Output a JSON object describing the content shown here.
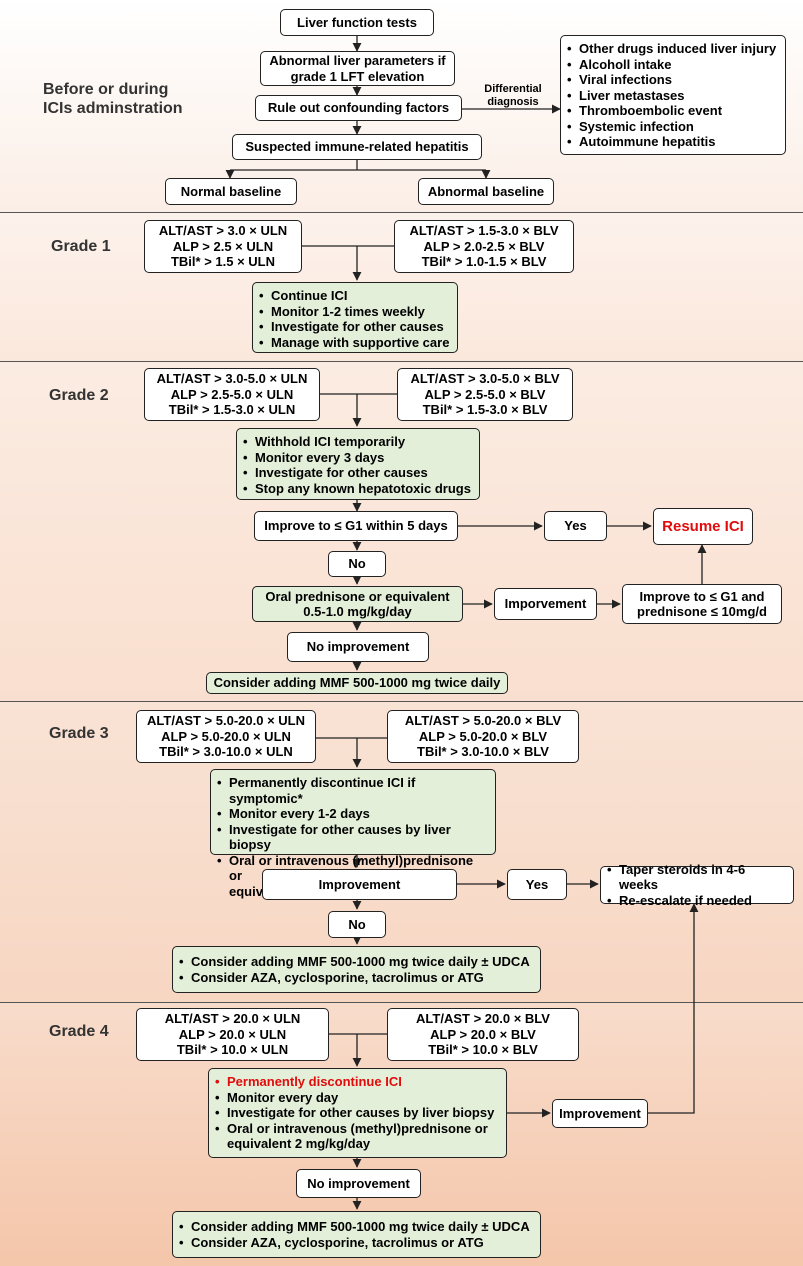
{
  "section_labels": {
    "pre": "Before or during ICIs adminstration",
    "g1": "Grade 1",
    "g2": "Grade 2",
    "g3": "Grade 3",
    "g4": "Grade 4"
  },
  "top": {
    "lft": "Liver function tests",
    "abnormal": "Abnormal liver parameters if grade 1 LFT elevation",
    "rule_out": "Rule out confounding factors",
    "diff_label": "Differential diagnosis",
    "suspected": "Suspected immune-related hepatitis",
    "normal_baseline": "Normal baseline",
    "abnormal_baseline": "Abnormal baseline",
    "differentials": [
      "Other drugs induced liver injury",
      "Alcoholl intake",
      "Viral infections",
      "Liver metastases",
      "Thromboembolic event",
      "Systemic infection",
      "Autoimmune hepatitis"
    ]
  },
  "g1": {
    "uln": [
      "ALT/AST > 3.0 × ULN",
      "ALP > 2.5 × ULN",
      "TBil* > 1.5 × ULN"
    ],
    "blv": [
      "ALT/AST > 1.5-3.0 × BLV",
      "ALP > 2.0-2.5 × BLV",
      "TBil* > 1.0-1.5 × BLV"
    ],
    "actions": [
      "Continue ICI",
      "Monitor 1-2 times weekly",
      "Investigate for other causes",
      "Manage with supportive care"
    ]
  },
  "g2": {
    "uln": [
      "ALT/AST > 3.0-5.0 × ULN",
      "ALP > 2.5-5.0 × ULN",
      "TBil* > 1.5-3.0 × ULN"
    ],
    "blv": [
      "ALT/AST >  3.0-5.0 × BLV",
      "ALP > 2.5-5.0 × BLV",
      "TBil* > 1.5-3.0 × BLV"
    ],
    "actions": [
      "Withhold ICI temporarily",
      "Monitor every 3 days",
      "Investigate for other causes",
      "Stop any known hepatotoxic drugs"
    ],
    "improve": "Improve to ≤ G1 within 5 days",
    "yes": "Yes",
    "resume": "Resume ICI",
    "no": "No",
    "pred_l1": "Oral prednisone or equivalent",
    "pred_l2": "0.5-1.0 mg/kg/day",
    "improvement": "Imporvement",
    "improve_g1_l1": "Improve to ≤ G1 and",
    "improve_g1_l2": "prednisone ≤ 10mg/d",
    "no_improvement": "No improvement",
    "mmf": "Consider adding MMF 500-1000 mg twice daily"
  },
  "g3": {
    "uln": [
      "ALT/AST > 5.0-20.0 × ULN",
      "ALP > 5.0-20.0 × ULN",
      "TBil* > 3.0-10.0 × ULN"
    ],
    "blv": [
      "ALT/AST > 5.0-20.0 × BLV",
      "ALP > 5.0-20.0 × BLV",
      "TBil* > 3.0-10.0 × BLV"
    ],
    "actions": [
      "Permanently discontinue ICI if symptomic*",
      "Monitor every 1-2 days",
      "Investigate for other causes by liver biopsy",
      "Oral or intravenous (methyl)prednisone or"
    ],
    "actions_cont": "equivalent 1-2 mg/kg/day",
    "improvement": "Improvement",
    "yes": "Yes",
    "taper": [
      "Taper steroids in 4-6 weeks",
      "Re-escalate if needed"
    ],
    "no": "No",
    "consider": [
      "Consider adding MMF 500-1000 mg twice daily ± UDCA",
      "Consider AZA, cyclosporine, tacrolimus or ATG"
    ]
  },
  "g4": {
    "uln": [
      "ALT/AST > 20.0 × ULN",
      "ALP > 20.0 × ULN",
      "TBil* > 10.0 × ULN"
    ],
    "blv": [
      "ALT/AST > 20.0 × BLV",
      "ALP > 20.0 × BLV",
      "TBil* > 10.0 × BLV"
    ],
    "actions_red": "Permanently discontinue ICI",
    "actions": [
      "Monitor every day",
      "Investigate for other causes by liver biopsy",
      "Oral or intravenous (methyl)prednisone or"
    ],
    "actions_cont": "equivalent 2 mg/kg/day",
    "improvement": "Improvement",
    "no_improvement": "No improvement",
    "consider": [
      "Consider adding MMF 500-1000 mg twice daily ± UDCA",
      "Consider AZA, cyclosporine, tacrolimus or ATG"
    ]
  },
  "colors": {
    "band_top": "#fbf6f3",
    "band_bottom": "#f5c9ae",
    "green_box": "#e3efd9",
    "red_text": "#e10c0c"
  }
}
